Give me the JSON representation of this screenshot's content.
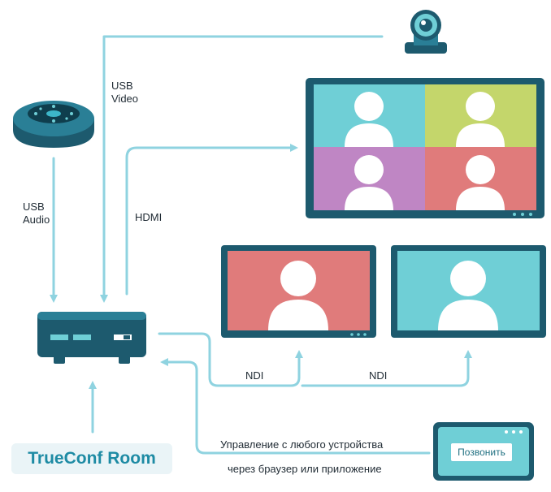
{
  "labels": {
    "usb_video": [
      "USB",
      "Video"
    ],
    "usb_audio": [
      "USB",
      "Audio"
    ],
    "hdmi": "HDMI",
    "ndi_left": "NDI",
    "ndi_right": "NDI",
    "control_line1": "Управление с любого устройства",
    "control_line2": "через браузер или приложение"
  },
  "room_badge": "TrueConf Room",
  "call_button": "Позвонить",
  "colors": {
    "line": "#8fd3e0",
    "device_dark": "#1d5a6e",
    "device_mid": "#2a7f96",
    "tile_teal": "#6fcfd6",
    "tile_green": "#c4d66b",
    "tile_purple": "#bf86c4",
    "tile_red": "#e07b7b",
    "badge_text": "#1e8ba4"
  },
  "icons": [
    "webcam-icon",
    "speakerphone-icon",
    "mini-pc-icon",
    "tablet-icon",
    "person-icon"
  ]
}
